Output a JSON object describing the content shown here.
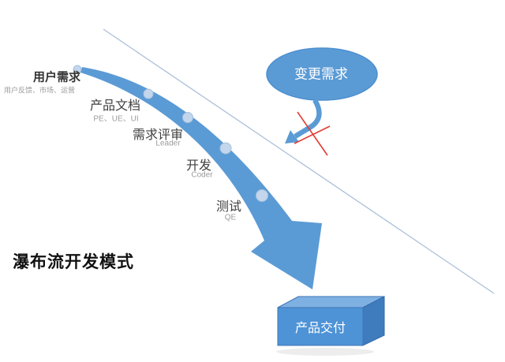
{
  "diagram": {
    "title": "瀑布流开发模式",
    "stages": [
      {
        "label": "用户需求",
        "sub": "用户反馈、市场、运营"
      },
      {
        "label": "产品文档",
        "sub": "PE、UE、UI"
      },
      {
        "label": "需求评审",
        "sub": "Leader"
      },
      {
        "label": "开发",
        "sub": "Coder"
      },
      {
        "label": "测试",
        "sub": "QE"
      }
    ],
    "change_request": {
      "label": "变更需求"
    },
    "delivery": {
      "label": "产品交付"
    },
    "colors": {
      "flow_blue": "#5B9BD5",
      "box_front": "#4E93D6",
      "box_top": "#7EB0E2",
      "box_side": "#3E7CBE",
      "marker_fill": "#C3D6EC",
      "marker_stroke": "#A3C0E0",
      "divider_line": "#ABC0D9",
      "reject_red": "#E23B33",
      "label_gray": "#404040",
      "sub_gray": "#9B9B9B"
    }
  }
}
